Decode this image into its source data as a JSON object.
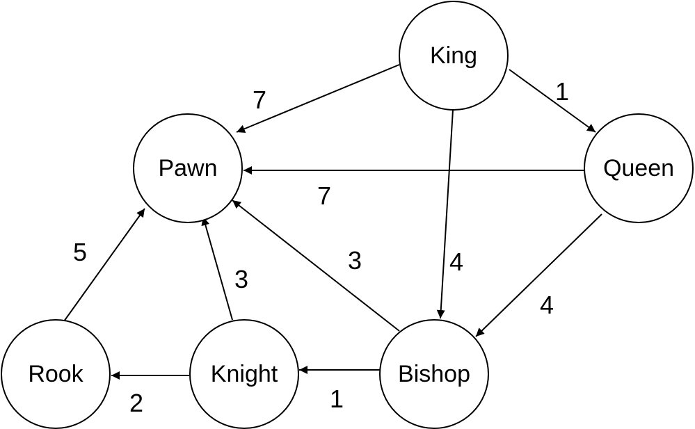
{
  "nodes": {
    "king": {
      "label": "King"
    },
    "queen": {
      "label": "Queen"
    },
    "pawn": {
      "label": "Pawn"
    },
    "rook": {
      "label": "Rook"
    },
    "knight": {
      "label": "Knight"
    },
    "bishop": {
      "label": "Bishop"
    }
  },
  "edges": {
    "king_pawn": {
      "from": "King",
      "to": "Pawn",
      "weight": "7"
    },
    "king_queen": {
      "from": "King",
      "to": "Queen",
      "weight": "1"
    },
    "king_bishop": {
      "from": "King",
      "to": "Bishop",
      "weight": "4"
    },
    "queen_pawn": {
      "from": "Queen",
      "to": "Pawn",
      "weight": "7"
    },
    "queen_bishop": {
      "from": "Queen",
      "to": "Bishop",
      "weight": "4"
    },
    "bishop_pawn": {
      "from": "Bishop",
      "to": "Pawn",
      "weight": "3"
    },
    "bishop_knight": {
      "from": "Bishop",
      "to": "Knight",
      "weight": "1"
    },
    "knight_pawn": {
      "from": "Knight",
      "to": "Pawn",
      "weight": "3"
    },
    "knight_rook": {
      "from": "Knight",
      "to": "Rook",
      "weight": "2"
    },
    "rook_pawn": {
      "from": "Rook",
      "to": "Pawn",
      "weight": "5"
    }
  },
  "colors": {
    "stroke": "#000000",
    "fill": "#ffffff",
    "text": "#000000"
  }
}
